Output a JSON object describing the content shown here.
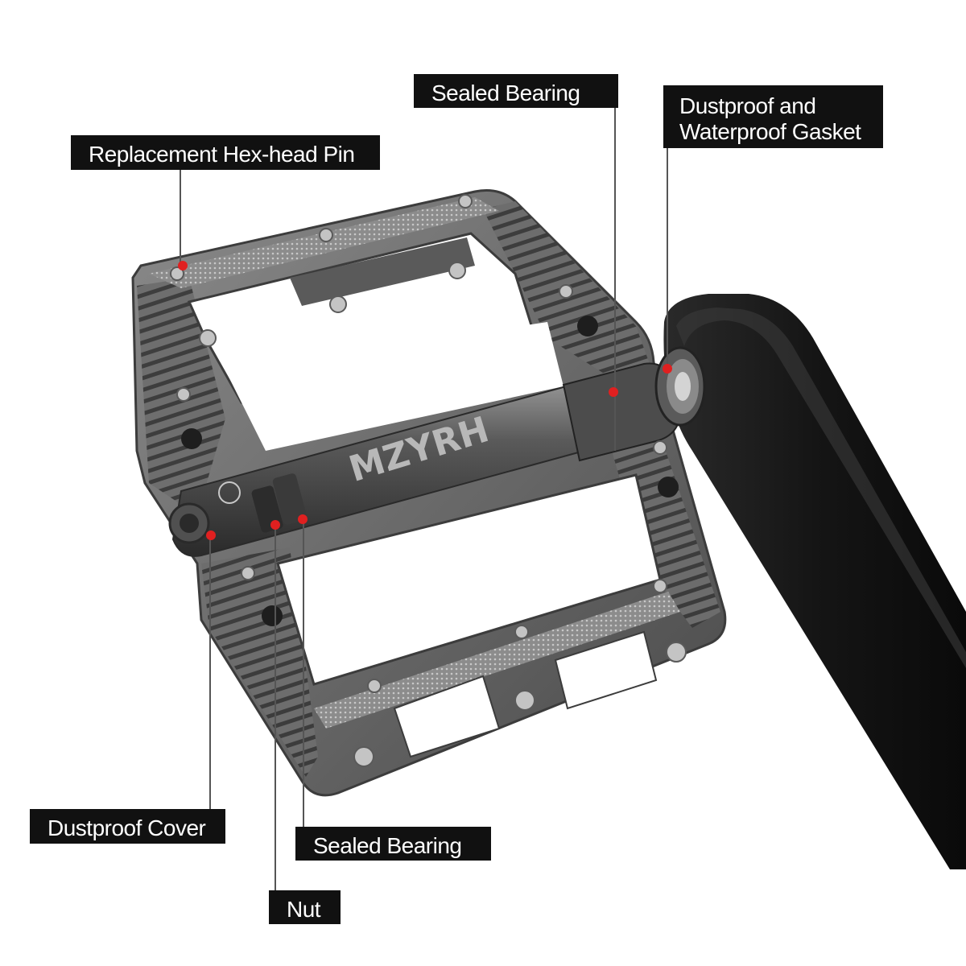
{
  "product": {
    "brand_text": "MZYRH"
  },
  "callouts": {
    "hex_pin": "Replacement Hex-head Pin",
    "sealed_bearing_top": "Sealed Bearing",
    "gasket_line1": "Dustproof and",
    "gasket_line2": "Waterproof Gasket",
    "dustproof_cover": "Dustproof Cover",
    "sealed_bearing_bottom": "Sealed Bearing",
    "nut": "Nut"
  },
  "colors": {
    "label_bg": "#111111",
    "label_text": "#ffffff",
    "marker": "#e02020",
    "pedal_body": "#6e6e6e",
    "crank_arm": "#1c1c1c"
  }
}
